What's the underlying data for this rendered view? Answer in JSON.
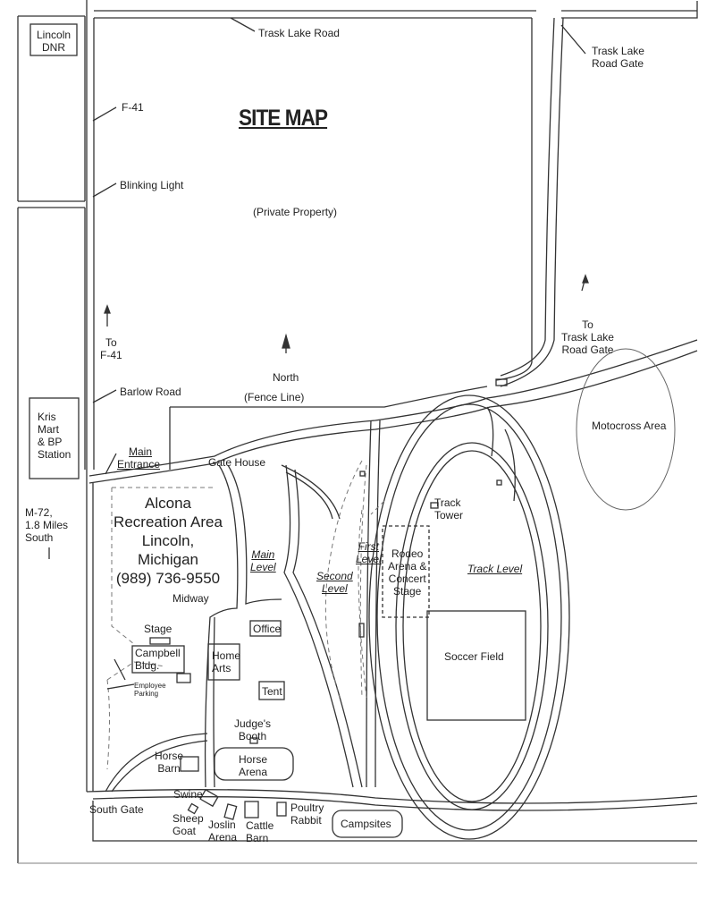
{
  "title": "SITE MAP",
  "venue": {
    "name_line1": "Alcona",
    "name_line2": "Recreation Area",
    "city": "Lincoln, Michigan",
    "phone": "(989) 736-9550"
  },
  "roads": {
    "trask_lake_road": "Trask Lake Road",
    "trask_lake_gate": [
      "Trask Lake",
      "Road Gate"
    ],
    "to_trask_gate": [
      "To",
      "Trask Lake",
      "Road Gate"
    ],
    "f41": "F-41",
    "blinking_light": "Blinking Light",
    "to_f41": [
      "To",
      "F-41"
    ],
    "barlow_road": "Barlow Road",
    "north": "North",
    "fence_line": "(Fence Line)",
    "private_property": "(Private Property)",
    "main_entrance": [
      "Main",
      "Entrance"
    ],
    "gate_house": "Gate House",
    "south_gate": "South Gate",
    "m72": [
      "M-72,",
      "1.8 Miles",
      "South"
    ]
  },
  "businesses": {
    "lincoln_dnr": [
      "Lincoln",
      "DNR"
    ],
    "kris_mart": [
      "Kris",
      "Mart",
      "& BP",
      "Station"
    ]
  },
  "levels": {
    "main": [
      "Main",
      "Level"
    ],
    "second": [
      "Second",
      "Level"
    ],
    "first": [
      "First",
      "Level"
    ],
    "track": "Track Level"
  },
  "places": {
    "midway": "Midway",
    "stage": "Stage",
    "campbell": [
      "Campbell",
      "Bldg."
    ],
    "employee_parking": [
      "Employee",
      "Parking"
    ],
    "office": "Office",
    "home_arts": [
      "Home",
      "Arts"
    ],
    "tent": "Tent",
    "judges_booth": [
      "Judge's",
      "Booth"
    ],
    "horse_arena": [
      "Horse",
      "Arena"
    ],
    "horse_barn": [
      "Horse",
      "Barn"
    ],
    "swine": "Swine",
    "sheep_goat": [
      "Sheep",
      "Goat"
    ],
    "joslin_arena": [
      "Joslin",
      "Arena"
    ],
    "cattle_barn": [
      "Cattle",
      "Barn"
    ],
    "poultry_rabbit": [
      "Poultry",
      "Rabbit"
    ],
    "campsites": "Campsites",
    "track_tower": [
      "Track",
      "Tower"
    ],
    "rodeo": [
      "Rodeo",
      "Arena &",
      "Concert",
      "Stage"
    ],
    "soccer_field": "Soccer Field",
    "motocross": "Motocross Area"
  }
}
